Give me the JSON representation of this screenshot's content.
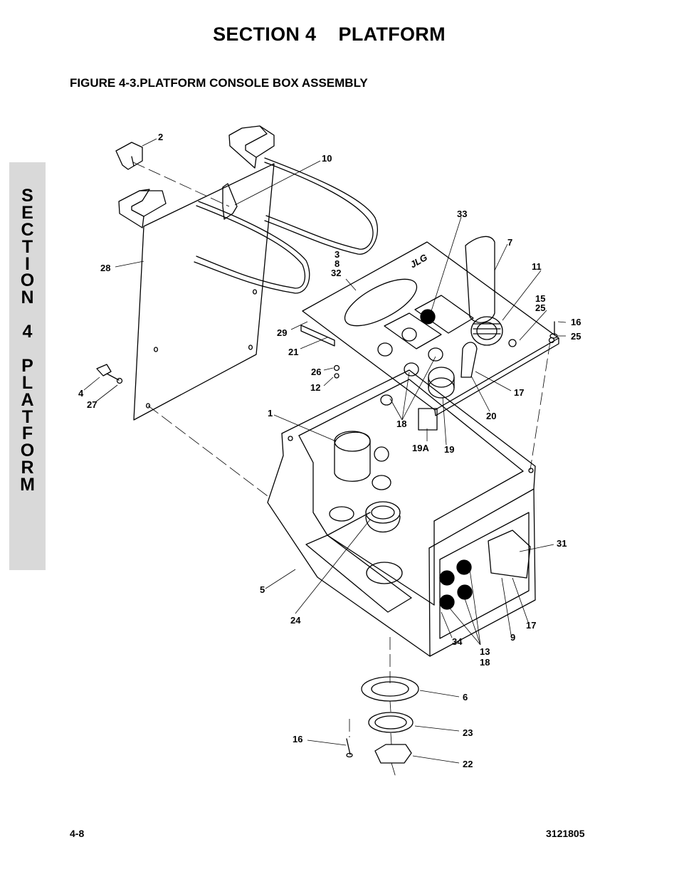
{
  "header": {
    "section_title": "SECTION 4    PLATFORM",
    "figure_title": "FIGURE 4-3.PLATFORM CONSOLE BOX ASSEMBLY"
  },
  "side_tab": {
    "letters": [
      "S",
      "E",
      "C",
      "T",
      "I",
      "O",
      "N",
      "",
      "4",
      "",
      "P",
      "L",
      "A",
      "T",
      "F",
      "O",
      "R",
      "M"
    ]
  },
  "callouts": {
    "c2": "2",
    "c10": "10",
    "c33": "33",
    "c7": "7",
    "c11": "11",
    "c3": "3",
    "c8": "8",
    "c32": "32",
    "c28": "28",
    "c15": "15",
    "c25a": "25",
    "c16a": "16",
    "c25b": "25",
    "c29": "29",
    "c21": "21",
    "c26": "26",
    "c12": "12",
    "c4": "4",
    "c27": "27",
    "c17a": "17",
    "c20": "20",
    "c1": "1",
    "c18": "18",
    "c19a": "19A",
    "c19": "19",
    "c31": "31",
    "c5": "5",
    "c24": "24",
    "c17b": "17",
    "c9": "9",
    "c34": "34",
    "c13": "13",
    "c18b": "18",
    "c6": "6",
    "c23": "23",
    "c16b": "16",
    "c22": "22"
  },
  "panel_logo": "JLG",
  "footer": {
    "page": "4-8",
    "doc_number": "3121805"
  }
}
